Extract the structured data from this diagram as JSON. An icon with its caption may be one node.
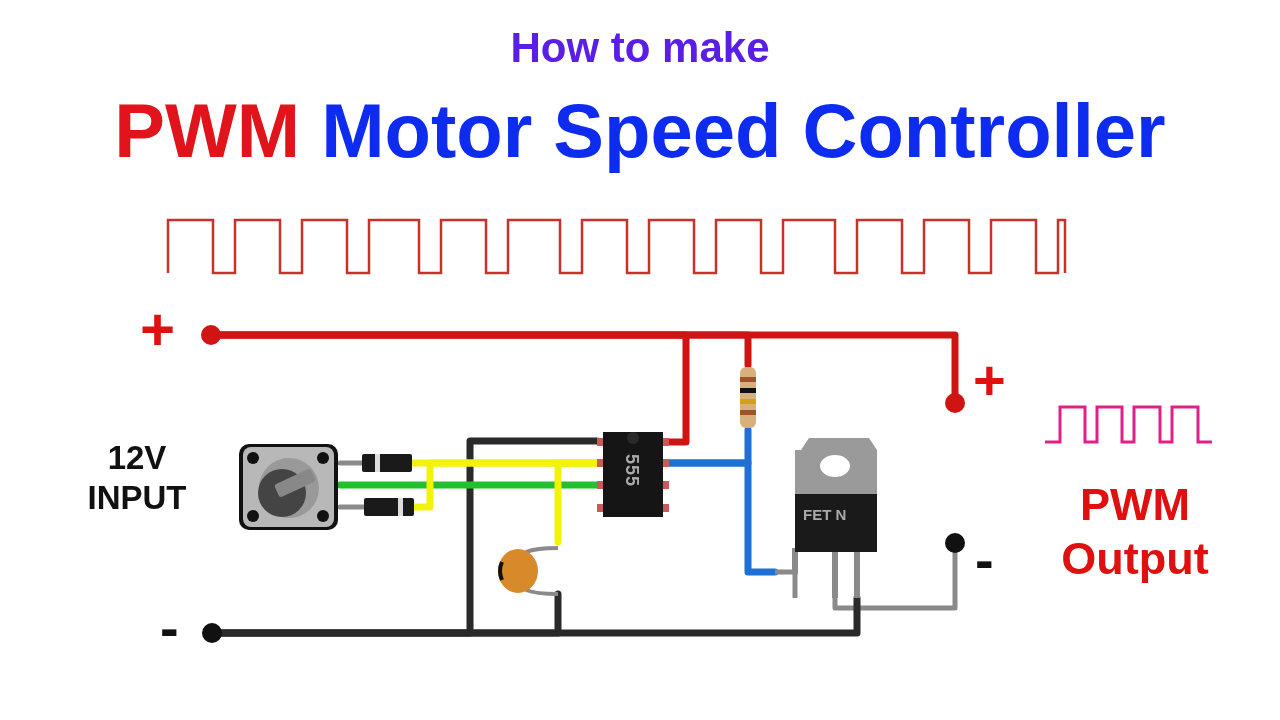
{
  "diagram": {
    "title": "PWM Motor Speed Controller",
    "nodes": [
      {
        "text": [],
        "shape": "circle",
        "beside": [
          "+"
        ]
      },
      {
        "text": [],
        "shape": "circle",
        "beside": [
          "-"
        ]
      },
      {
        "text": [],
        "shape": "picture"
      },
      {
        "text": [],
        "shape": "picture"
      },
      {
        "text": [],
        "shape": "picture"
      },
      {
        "text": [],
        "shape": "picture"
      },
      {
        "text": [
          "555"
        ]
      },
      {
        "text": [],
        "shape": "picture"
      },
      {
        "text": [
          "FET N"
        ]
      },
      {
        "text": [],
        "shape": "circle",
        "beside": [
          "+"
        ]
      },
      {
        "text": [],
        "shape": "circle",
        "beside": [
          "-"
        ]
      }
    ],
    "edges": [
      {
        "from": 0,
        "to": 6,
        "arrow": "none",
        "color": "#d01414"
      },
      {
        "from": 0,
        "to": 7,
        "arrow": "none",
        "color": "#d01414"
      },
      {
        "from": 0,
        "to": 9,
        "arrow": "none",
        "color": "#d01414"
      },
      {
        "from": 1,
        "to": 6,
        "arrow": "none",
        "color": "#2a2a2a"
      },
      {
        "from": 1,
        "to": 5,
        "arrow": "none",
        "color": "#2a2a2a"
      },
      {
        "from": 1,
        "to": 8,
        "arrow": "none",
        "color": "#2a2a2a"
      },
      {
        "from": 2,
        "to": 6,
        "arrow": "none",
        "color": "#22c02a"
      },
      {
        "from": 3,
        "to": 6,
        "arrow": "none",
        "color": "#f2f20a"
      },
      {
        "from": 4,
        "to": 6,
        "arrow": "none",
        "color": "#f2f20a"
      },
      {
        "from": 6,
        "to": 5,
        "arrow": "none",
        "color": "#f2f20a"
      },
      {
        "from": 7,
        "to": 6,
        "arrow": "none",
        "color": "#1e6fd6"
      },
      {
        "from": 6,
        "to": 8,
        "arrow": "none",
        "color": "#1e6fd6"
      },
      {
        "from": 8,
        "to": 10,
        "arrow": "none",
        "color": "#8a8a8a"
      },
      {
        "from": 2,
        "to": 3,
        "arrow": "none",
        "color": "#8a8a8a"
      },
      {
        "from": 2,
        "to": 4,
        "arrow": "none",
        "color": "#8a8a8a"
      }
    ],
    "labels": [
      "How to make",
      "12V INPUT",
      "PWM Output"
    ]
  }
}
